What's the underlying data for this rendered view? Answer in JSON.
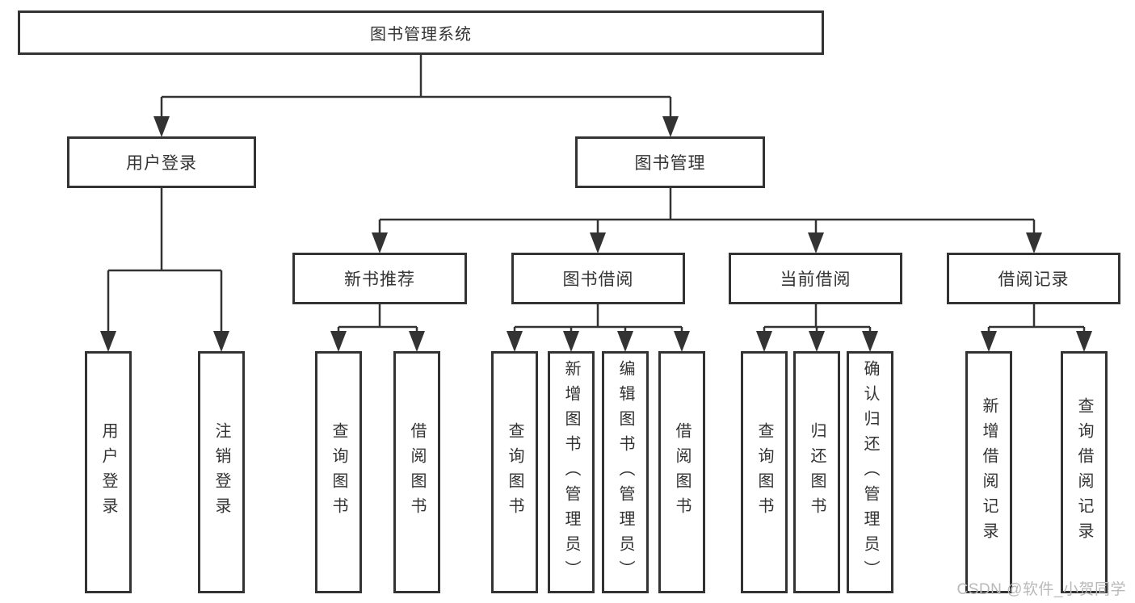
{
  "diagram": {
    "watermark": "CSDN @软件_小贺同学",
    "colors": {
      "line": "#333333",
      "box_border": "#333333",
      "text": "#333333",
      "background": "#ffffff",
      "watermark_text": "#b9b9b9"
    },
    "tree": {
      "root": {
        "label": "图书管理系统"
      },
      "branches": [
        {
          "label": "用户登录",
          "leaves": [
            "用户登录",
            "注销登录"
          ]
        },
        {
          "label": "图书管理",
          "children": [
            {
              "label": "新书推荐",
              "leaves": [
                "查询图书",
                "借阅图书"
              ]
            },
            {
              "label": "图书借阅",
              "leaves": [
                "查询图书",
                "新增图书（管理员）",
                "编辑图书（管理员）",
                "借阅图书"
              ]
            },
            {
              "label": "当前借阅",
              "leaves": [
                "查询图书",
                "归还图书",
                "确认归还（管理员）"
              ]
            },
            {
              "label": "借阅记录",
              "leaves": [
                "新增借阅记录",
                "查询借阅记录"
              ]
            }
          ]
        }
      ]
    }
  }
}
